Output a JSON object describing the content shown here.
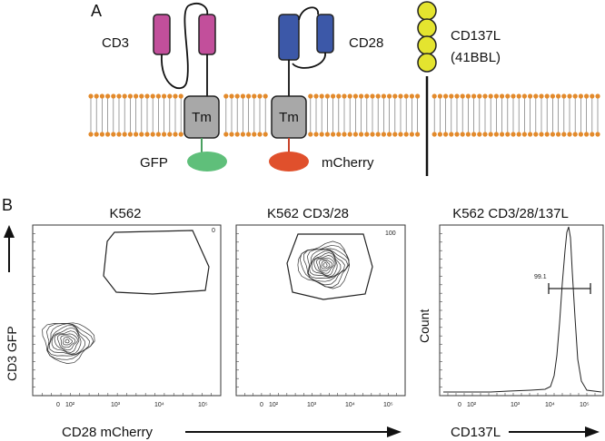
{
  "panel_a": {
    "letter": "A",
    "cd3_label": "CD3",
    "cd28_label": "CD28",
    "cd137l_label_line1": "CD137L",
    "cd137l_label_line2": "(41BBL)",
    "tm_label": "Tm",
    "gfp_label": "GFP",
    "mcherry_label": "mCherry",
    "colors": {
      "cd3": "#c24f9b",
      "cd28": "#3c58a8",
      "cd137l": "#e4e42f",
      "gfp": "#5fbf7a",
      "mcherry": "#e0502c",
      "tm": "#a8a8a8",
      "lipid": "#e38a2b"
    }
  },
  "panel_b": {
    "letter": "B",
    "plot1_title": "K562",
    "plot2_title": "K562 CD3/28",
    "plot3_title": "K562 CD3/28/137L",
    "y_axis_label": "CD3 GFP",
    "x_axis_label": "CD28 mCherry",
    "hist_y_label": "Count",
    "hist_x_label": "CD137L",
    "plot1_gate_value": "0",
    "plot2_gate_value": "100",
    "plot3_gate_value": "99.1",
    "tick_zero": "0",
    "tick_1e2": "10²",
    "tick_1e3": "10³",
    "tick_1e4": "10⁴",
    "tick_1e5": "10⁵"
  }
}
